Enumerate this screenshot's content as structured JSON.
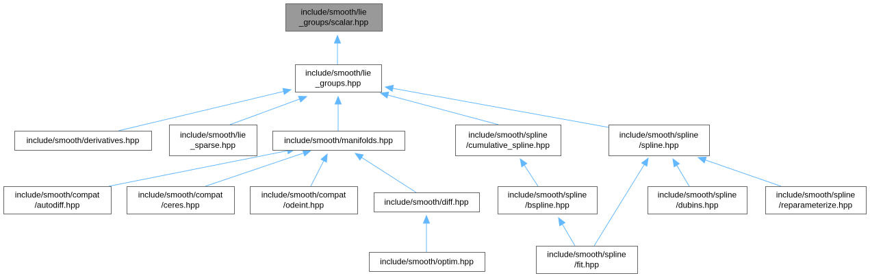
{
  "graph": {
    "nodes": [
      {
        "id": "scalar",
        "lines": [
          "include/smooth/lie",
          "_groups/scalar.hpp"
        ],
        "root": true
      },
      {
        "id": "lie_groups",
        "lines": [
          "include/smooth/lie",
          "_groups.hpp"
        ]
      },
      {
        "id": "derivatives",
        "lines": [
          "include/smooth/derivatives.hpp"
        ]
      },
      {
        "id": "lie_sparse",
        "lines": [
          "include/smooth/lie",
          "_sparse.hpp"
        ]
      },
      {
        "id": "manifolds",
        "lines": [
          "include/smooth/manifolds.hpp"
        ]
      },
      {
        "id": "cumulative",
        "lines": [
          "include/smooth/spline",
          "/cumulative_spline.hpp"
        ]
      },
      {
        "id": "spline",
        "lines": [
          "include/smooth/spline",
          "/spline.hpp"
        ]
      },
      {
        "id": "autodiff",
        "lines": [
          "include/smooth/compat",
          "/autodiff.hpp"
        ]
      },
      {
        "id": "ceres",
        "lines": [
          "include/smooth/compat",
          "/ceres.hpp"
        ]
      },
      {
        "id": "odeint",
        "lines": [
          "include/smooth/compat",
          "/odeint.hpp"
        ]
      },
      {
        "id": "diff",
        "lines": [
          "include/smooth/diff.hpp"
        ]
      },
      {
        "id": "bspline",
        "lines": [
          "include/smooth/spline",
          "/bspline.hpp"
        ]
      },
      {
        "id": "dubins",
        "lines": [
          "include/smooth/spline",
          "/dubins.hpp"
        ]
      },
      {
        "id": "reparam",
        "lines": [
          "include/smooth/spline",
          "/reparameterize.hpp"
        ]
      },
      {
        "id": "optim",
        "lines": [
          "include/smooth/optim.hpp"
        ]
      },
      {
        "id": "fit",
        "lines": [
          "include/smooth/spline",
          "/fit.hpp"
        ]
      }
    ],
    "edges": [
      {
        "from": "lie_groups",
        "to": "scalar"
      },
      {
        "from": "derivatives",
        "to": "lie_groups"
      },
      {
        "from": "lie_sparse",
        "to": "lie_groups"
      },
      {
        "from": "manifolds",
        "to": "lie_groups"
      },
      {
        "from": "cumulative",
        "to": "lie_groups"
      },
      {
        "from": "spline",
        "to": "lie_groups"
      },
      {
        "from": "autodiff",
        "to": "manifolds"
      },
      {
        "from": "ceres",
        "to": "manifolds"
      },
      {
        "from": "odeint",
        "to": "manifolds"
      },
      {
        "from": "diff",
        "to": "manifolds"
      },
      {
        "from": "optim",
        "to": "diff"
      },
      {
        "from": "bspline",
        "to": "cumulative"
      },
      {
        "from": "fit",
        "to": "bspline"
      },
      {
        "from": "fit",
        "to": "spline"
      },
      {
        "from": "dubins",
        "to": "spline"
      },
      {
        "from": "reparam",
        "to": "spline"
      }
    ],
    "colors": {
      "edge": "#63b8ff",
      "node_border": "#666666",
      "node_fill": "#ffffff",
      "root_fill": "#999999",
      "text": "#000000"
    }
  }
}
